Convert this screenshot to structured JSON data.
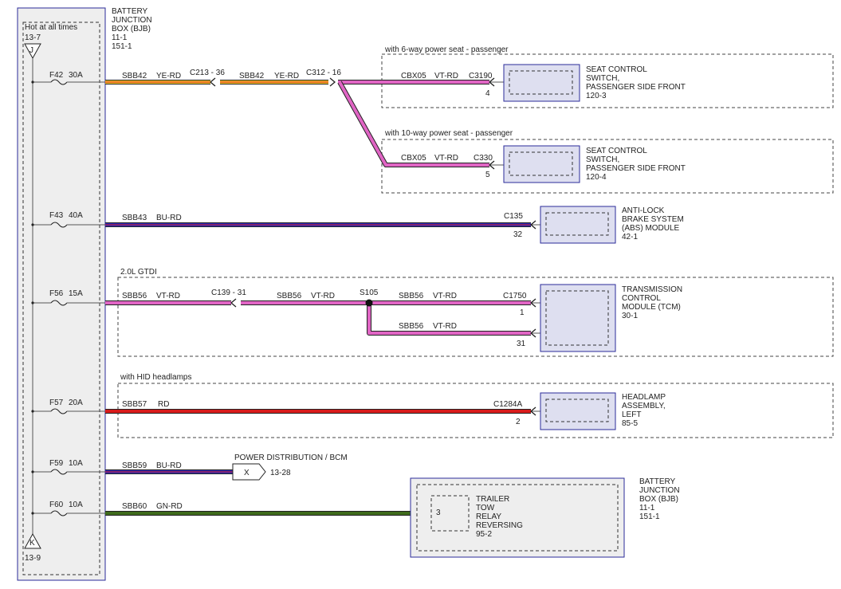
{
  "bjb_top": {
    "title": [
      "BATTERY",
      "JUNCTION",
      "BOX (BJB)"
    ],
    "refs": [
      "11-1",
      "151-1"
    ]
  },
  "bus": {
    "hot_label": "Hot at all times",
    "top_ref": "13-7",
    "top_connector": "J",
    "bottom_connector": "K",
    "bottom_ref": "13-9"
  },
  "fuses": [
    {
      "name": "F42",
      "rating": "30A"
    },
    {
      "name": "F43",
      "rating": "40A"
    },
    {
      "name": "F56",
      "rating": "15A"
    },
    {
      "name": "F57",
      "rating": "20A"
    },
    {
      "name": "F59",
      "rating": "10A"
    },
    {
      "name": "F60",
      "rating": "10A"
    }
  ],
  "f42": {
    "wire1": {
      "circuit": "SBB42",
      "color": "YE-RD"
    },
    "conn1": "C213 - 36",
    "wire2": {
      "circuit": "SBB42",
      "color": "YE-RD"
    },
    "conn2": "C312 - 16",
    "option_6way": "with 6-way power seat - passenger",
    "option_10way": "with 10-way power seat - passenger",
    "branch_6way": {
      "circuit": "CBX05",
      "color": "VT-RD",
      "connector": "C3190",
      "pin": "4"
    },
    "branch_10way": {
      "circuit": "CBX05",
      "color": "VT-RD",
      "connector": "C330",
      "pin": "5"
    },
    "comp_6way": {
      "lines": [
        "SEAT CONTROL",
        "SWITCH,",
        "PASSENGER SIDE FRONT"
      ],
      "ref": "120-3"
    },
    "comp_10way": {
      "lines": [
        "SEAT CONTROL",
        "SWITCH,",
        "PASSENGER SIDE FRONT"
      ],
      "ref": "120-4"
    }
  },
  "f43": {
    "wire": {
      "circuit": "SBB43",
      "color": "BU-RD"
    },
    "connector": "C135",
    "pin": "32",
    "comp": {
      "lines": [
        "ANTI-LOCK",
        "BRAKE SYSTEM",
        "(ABS) MODULE"
      ],
      "ref": "42-1"
    }
  },
  "f56": {
    "option": "2.0L GTDI",
    "wire1": {
      "circuit": "SBB56",
      "color": "VT-RD"
    },
    "conn1": "C139 - 31",
    "wire2": {
      "circuit": "SBB56",
      "color": "VT-RD"
    },
    "splice": "S105",
    "wire3": {
      "circuit": "SBB56",
      "color": "VT-RD"
    },
    "wire4": {
      "circuit": "SBB56",
      "color": "VT-RD"
    },
    "connector": "C1750",
    "pin1": "1",
    "pin2": "31",
    "comp": {
      "lines": [
        "TRANSMISSION",
        "CONTROL",
        "MODULE (TCM)"
      ],
      "ref": "30-1"
    }
  },
  "f57": {
    "option": "with HID headlamps",
    "wire": {
      "circuit": "SBB57",
      "color": "RD"
    },
    "connector": "C1284A",
    "pin": "2",
    "comp": {
      "lines": [
        "HEADLAMP",
        "ASSEMBLY,",
        "LEFT"
      ],
      "ref": "85-5"
    }
  },
  "f59": {
    "wire": {
      "circuit": "SBB59",
      "color": "BU-RD"
    },
    "dest": "POWER DISTRIBUTION / BCM",
    "dest_connector": "X",
    "dest_ref": "13-28"
  },
  "f60": {
    "wire": {
      "circuit": "SBB60",
      "color": "GN-RD"
    },
    "pin": "3",
    "relay": {
      "lines": [
        "TRAILER",
        "TOW",
        "RELAY",
        "REVERSING"
      ],
      "ref": "95-2"
    }
  },
  "bjb_bottom": {
    "title": [
      "BATTERY",
      "JUNCTION",
      "BOX (BJB)"
    ],
    "refs": [
      "11-1",
      "151-1"
    ]
  },
  "colors": {
    "yellow_red": "#f3c62b",
    "violet_red": "#e065c4",
    "blue": "#2a2ab8",
    "red": "#d81b1b",
    "green": "#3f6b1c",
    "module_fill": "#dedff0",
    "module_border": "#2b2b9a",
    "bjb_fill": "#eeeeee"
  }
}
